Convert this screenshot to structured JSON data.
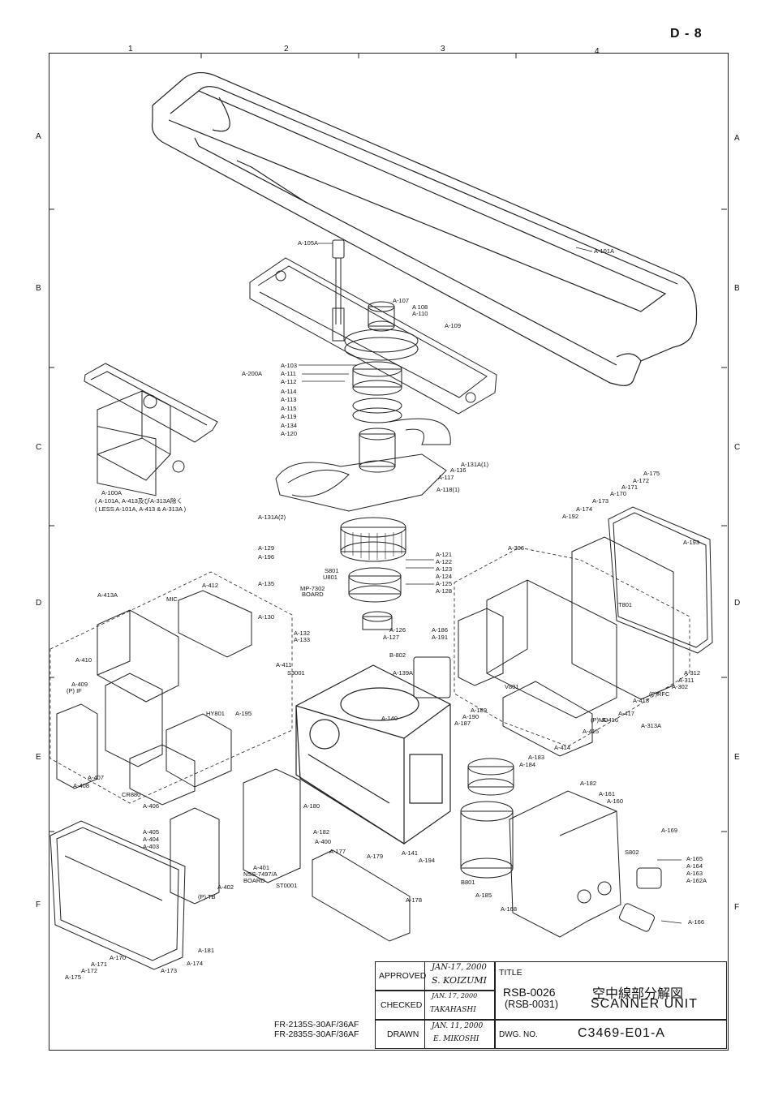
{
  "sheet_id": "D - 8",
  "top_zones": [
    "1",
    "2",
    "3",
    "4"
  ],
  "side_zones": [
    "A",
    "B",
    "C",
    "D",
    "E",
    "F"
  ],
  "part_labels": [
    "A-101A",
    "A-105A",
    "A-107",
    "A 108",
    "A-110",
    "A-109",
    "A-200A",
    "A-103",
    "A-111",
    "A-112",
    "A-114",
    "A-113",
    "A-115",
    "A-119",
    "A-134",
    "A-120",
    "A-131A(1)",
    "A-116",
    "A-117",
    "A-118(1)",
    "A-131A(2)",
    "A-100A",
    "( A-101A, A-413及びA-313A除く",
    "( LESS A-101A, A-413 & A-313A )",
    "A-129",
    "A-196",
    "S801",
    "U801",
    "A-135",
    "MP-7302",
    "BOARD",
    "A-121",
    "A-122",
    "A-123",
    "A-124",
    "A-125",
    "A-128",
    "A-130",
    "A-132",
    "A-133",
    "A-126",
    "A-127",
    "A-186",
    "A-191",
    "B-802",
    "A-411",
    "S3001",
    "A-139A",
    "A-189",
    "A-190",
    "A-187",
    "A-140",
    "V801",
    "A-175",
    "A-172",
    "A-171",
    "A-170",
    "A-173",
    "A-174",
    "A-192",
    "A-193",
    "A-306",
    "T801",
    "A-312",
    "A-311",
    "A-302",
    "(P)RFC",
    "(P)MD",
    "A-418",
    "A-417",
    "A-416",
    "A-415",
    "A-414",
    "A-313A",
    "A-413A",
    "A-412",
    "MIC",
    "A-410",
    "A-409",
    "(P) IF",
    "A-407",
    "A-408",
    "CR880",
    "A-195",
    "HY801",
    "A-406",
    "A-405",
    "A-404",
    "A-403",
    "A-183",
    "A-184",
    "A-182",
    "A-161",
    "A-160",
    "A-169",
    "S802",
    "A-165",
    "A-164",
    "A-163",
    "A-162A",
    "A-166",
    "A-180",
    "A-182",
    "A-400",
    "A-177",
    "A-179",
    "A-141",
    "A-194",
    "A-401",
    "NSS-7497/A",
    "BOARD",
    "ST0001",
    "(P) TB",
    "A-402",
    "A-178",
    "B801",
    "A-185",
    "A-168",
    "A-181",
    "A-170",
    "A-171",
    "A-172",
    "A-175",
    "A-174",
    "A-173"
  ],
  "title_block": {
    "approved_label": "APPROVED",
    "approved_sig": [
      "JAN-17, 2000",
      "S. KOIZUMI"
    ],
    "checked_label": "CHECKED",
    "checked_sig": [
      "JAN. 17, 2000",
      "TAKAHASHI"
    ],
    "drawn_label": "DRAWN",
    "drawn_sig": [
      "JAN. 11, 2000",
      "E. MIKOSHI"
    ],
    "title_label": "TITLE",
    "model": "RSB-0026",
    "model_alt": "(RSB-0031)",
    "title_jp": "空中線部分解図",
    "title_en": "SCANNER UNIT",
    "dwg_label": "DWG. NO.",
    "dwg_no": "C3469-E01-A"
  },
  "models_note": [
    "FR-2135S-30AF/36AF",
    "FR-2835S-30AF/36AF"
  ]
}
